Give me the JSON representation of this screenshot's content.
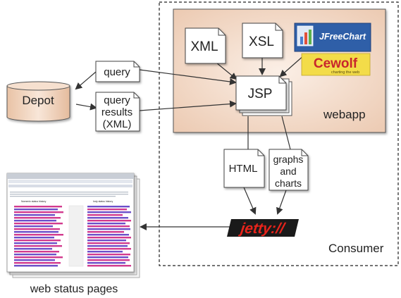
{
  "nodes": {
    "depot": "Depot",
    "query": "query",
    "query_results": [
      "query",
      "results",
      "(XML)"
    ],
    "xml": "XML",
    "xsl": "XSL",
    "jsp": "JSP",
    "webapp": "webapp",
    "html": "HTML",
    "graphs": [
      "graphs",
      "and",
      "charts"
    ],
    "consumer": "Consumer",
    "web_status": "web status pages"
  },
  "logos": {
    "jfreechart": "JFreeChart",
    "cewolf": "Cewolf",
    "cewolf_tag": "charting the web",
    "jetty": "jetty://"
  },
  "colors": {
    "webapp_fill": "#f2d9c7",
    "depot_fill": "#f3d9c5",
    "jetty_red": "#e8241b",
    "jfree_blue": "#2f5fa8",
    "cewolf_red": "#c8262c",
    "cewolf_yellow": "#f3dc49"
  }
}
